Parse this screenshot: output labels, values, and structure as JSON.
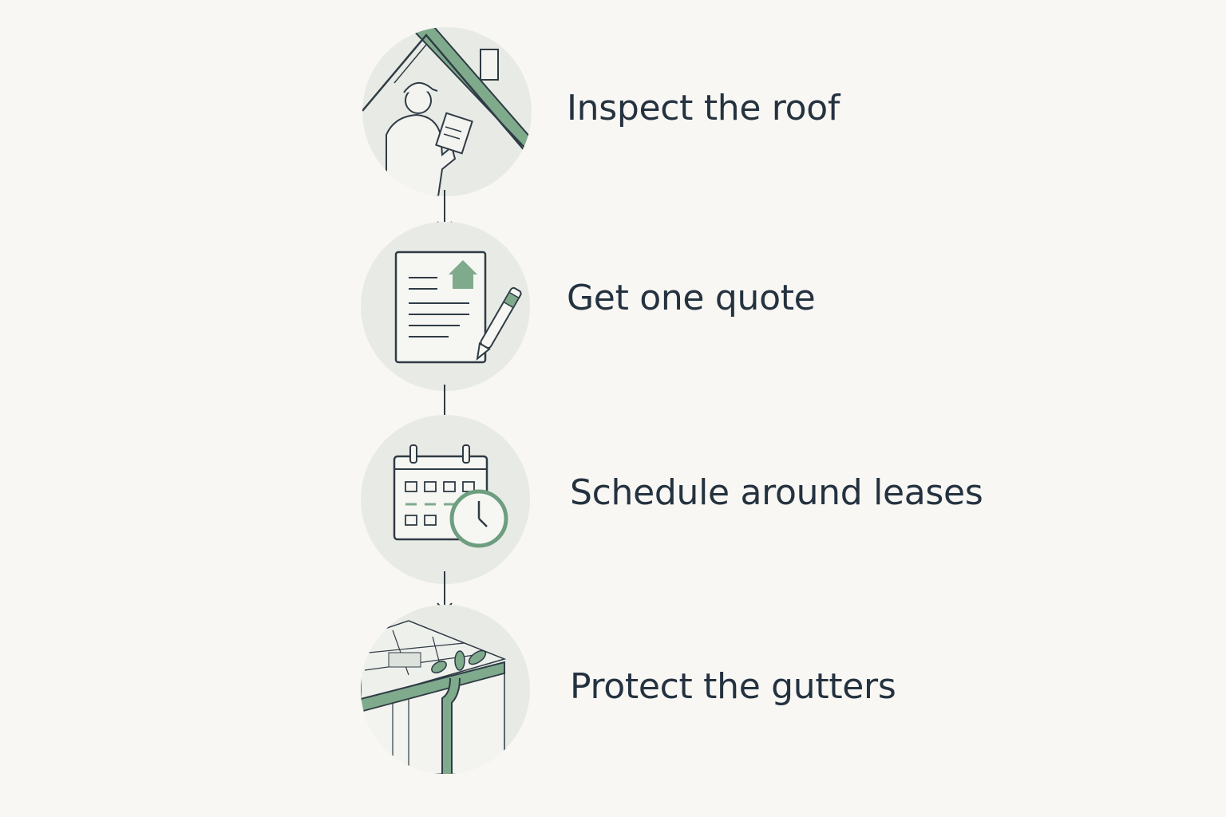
{
  "steps": [
    {
      "label": "Inspect the roof",
      "icon": "roof-inspector-icon"
    },
    {
      "label": "Get one quote",
      "icon": "quote-document-icon"
    },
    {
      "label": "Schedule around leases",
      "icon": "calendar-clock-icon"
    },
    {
      "label": "Protect the gutters",
      "icon": "gutter-icon"
    }
  ],
  "colors": {
    "background": "#f8f7f3",
    "circle": "#e8ebe5",
    "line": "#2f3b45",
    "accent": "#6e9e80",
    "text": "#243240"
  }
}
